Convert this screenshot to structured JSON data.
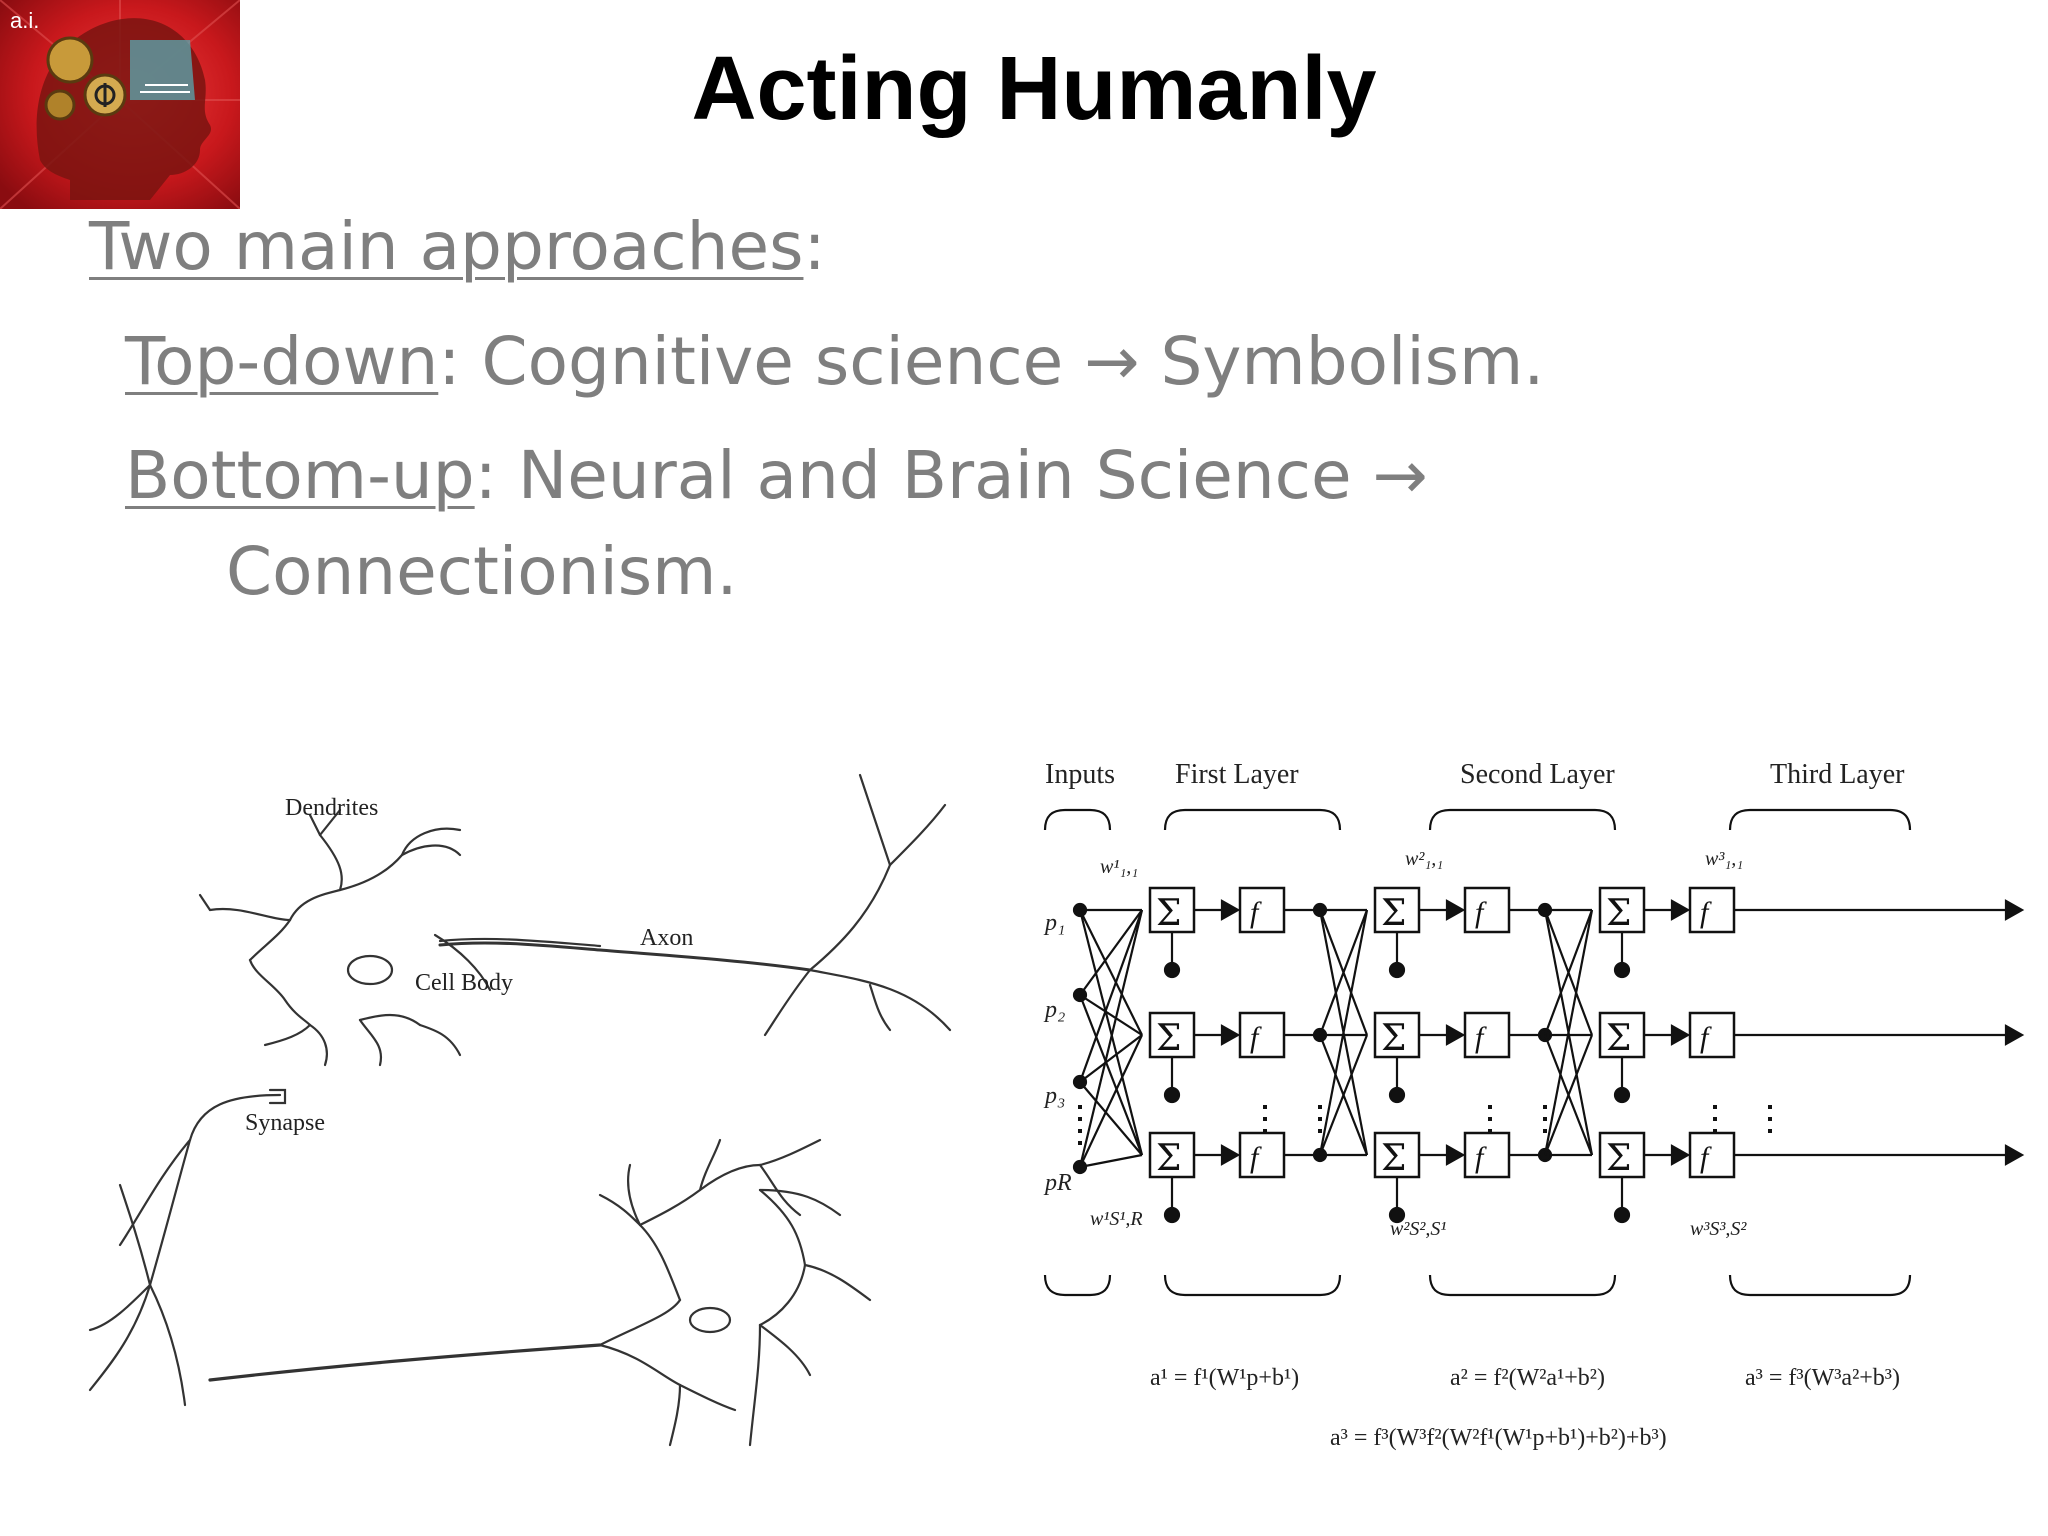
{
  "slide": {
    "title": "Acting Humanly",
    "logo_text": "a.i.",
    "lines": {
      "l1": {
        "underlined": "Two main approaches",
        "rest": ":"
      },
      "l2": {
        "underlined": "Top-down",
        "rest": ": Cognitive science → Symbolism."
      },
      "l3": {
        "underlined": "Bottom-up",
        "rest": ": Neural and Brain Science  →"
      },
      "l4": {
        "text": "Connectionism."
      }
    }
  },
  "neuron_diagram": {
    "dendrites": "Dendrites",
    "axon": "Axon",
    "cell_body": "Cell Body",
    "synapse": "Synapse"
  },
  "network_diagram": {
    "inputs": "Inputs",
    "first_layer": "First Layer",
    "second_layer": "Second Layer",
    "third_layer": "Third Layer",
    "sigma": "Σ",
    "f": "f",
    "eq1": "a¹ = f¹(W¹p+b¹)",
    "eq2": "a² = f²(W²a¹+b²)",
    "eq3": "a³ = f³(W³a²+b³)",
    "eq_all": "a³ = f³(W³f²(W²f¹(W¹p+b¹)+b²)+b³)",
    "p1": "p₁",
    "p2": "p₂",
    "p3": "p₃",
    "pr": "pR",
    "w_first": "w¹₁,₁",
    "w_last": "w¹S¹,R",
    "w2_first": "w²₁,₁",
    "w2_last": "w²S²,S¹",
    "w3_first": "w³₁,₁",
    "w3_last": "w³S³,S²"
  },
  "colors": {
    "logo_red": "#c8181c",
    "text_gray": "#7f7f7f"
  }
}
